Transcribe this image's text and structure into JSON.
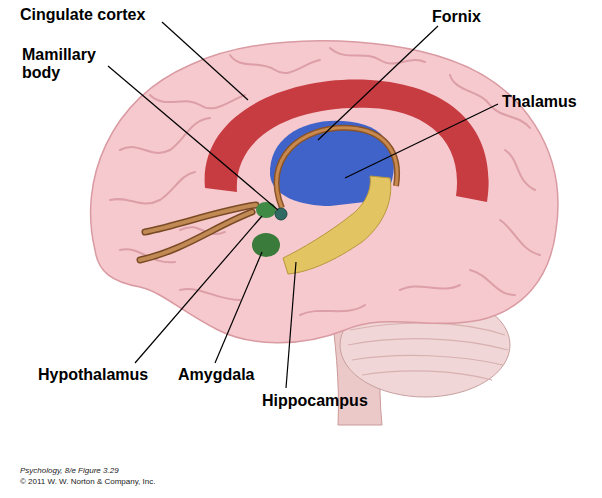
{
  "diagram": {
    "labels": [
      "Cingulate cortex",
      "Mamillary body",
      "Fornix",
      "Thalamus",
      "Hypothalamus",
      "Amygdala",
      "Hippocampus",
      "Psychology, 8/e Figure 3.29",
      "© 2011 W. W. Norton & Company, Inc."
    ]
  }
}
